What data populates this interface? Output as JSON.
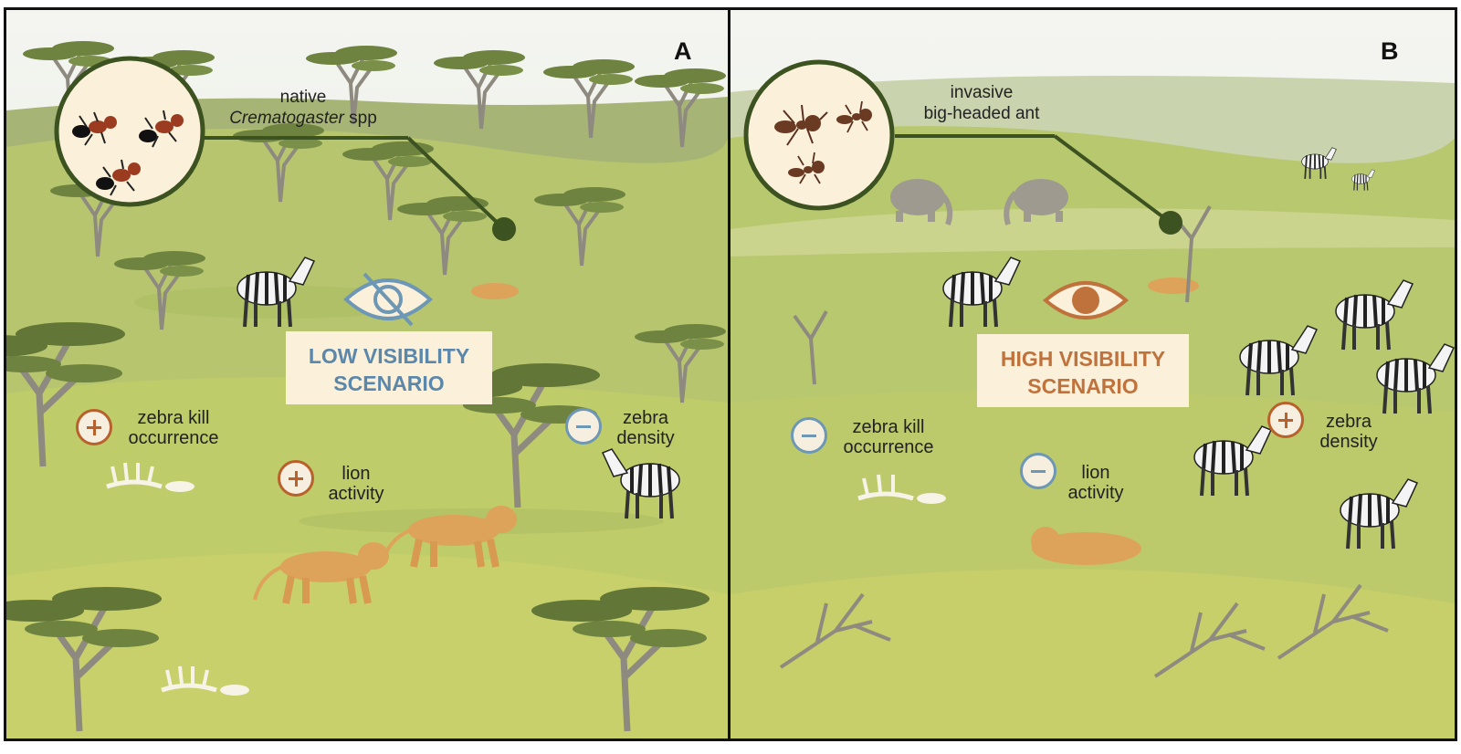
{
  "panels": [
    {
      "letter": "A",
      "ants": {
        "line1": "native",
        "genus": "Crematogaster",
        "suffix": " spp"
      },
      "visibility": {
        "line1": "LOW VISIBILITY",
        "line2": "SCENARIO",
        "color": "#5b87ab",
        "icon": "crossed-eye-icon"
      },
      "zebra_kill": {
        "line1": "zebra kill",
        "line2": "occurrence",
        "sign": "+"
      },
      "lion_activity": {
        "line1": "lion",
        "line2": "activity",
        "sign": "+"
      },
      "zebra_density": {
        "line1": "zebra",
        "line2": "density",
        "sign": "−"
      }
    },
    {
      "letter": "B",
      "ants": {
        "line1": "invasive",
        "line2": "big-headed ant"
      },
      "visibility": {
        "line1": "HIGH VISIBILITY",
        "line2": "SCENARIO",
        "color": "#c0723d",
        "icon": "eye-icon"
      },
      "zebra_kill": {
        "line1": "zebra kill",
        "line2": "occurrence",
        "sign": "−"
      },
      "lion_activity": {
        "line1": "lion",
        "line2": "activity",
        "sign": "−"
      },
      "zebra_density": {
        "line1": "zebra",
        "line2": "density",
        "sign": "+"
      }
    }
  ],
  "colors": {
    "sky": "#eef1ea",
    "grass": "#b9c96e",
    "canopy": "#6b7f3c",
    "connector": "#3c5220",
    "plus": "#b9612c",
    "minus": "#6d97b5",
    "label_bg": "#fbf0d9"
  }
}
